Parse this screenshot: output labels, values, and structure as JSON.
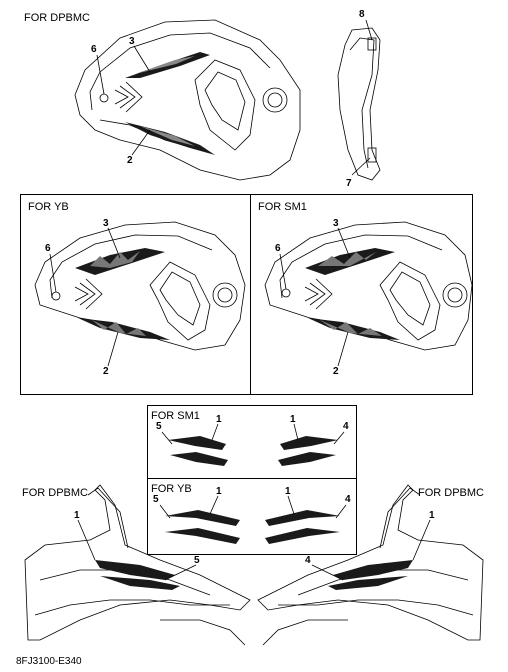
{
  "labels": {
    "dpbmc_top": "FOR DPBMC",
    "yb_mid": "FOR YB",
    "sm1_mid": "FOR SM1",
    "sm1_small": "FOR SM1",
    "yb_small": "FOR YB",
    "dpbmc_left": "FOR DPBMC",
    "dpbmc_right": "FOR DPBMC"
  },
  "callouts": {
    "top_6": "6",
    "top_3": "3",
    "top_2": "2",
    "top_8": "8",
    "top_7": "7",
    "yb_6": "6",
    "yb_3": "3",
    "yb_2": "2",
    "sm1_6": "6",
    "sm1_3": "3",
    "sm1_2": "2",
    "s_sm1_5": "5",
    "s_sm1_1a": "1",
    "s_sm1_1b": "1",
    "s_sm1_4": "4",
    "s_yb_5": "5",
    "s_yb_1a": "1",
    "s_yb_1b": "1",
    "s_yb_4": "4",
    "bl_1": "1",
    "bl_5": "5",
    "br_4": "4",
    "br_1": "1"
  },
  "footer": {
    "code": "8FJ3100-E340"
  },
  "colors": {
    "line": "#000000",
    "decal": "#1a1a1a",
    "accent": "#666666"
  }
}
